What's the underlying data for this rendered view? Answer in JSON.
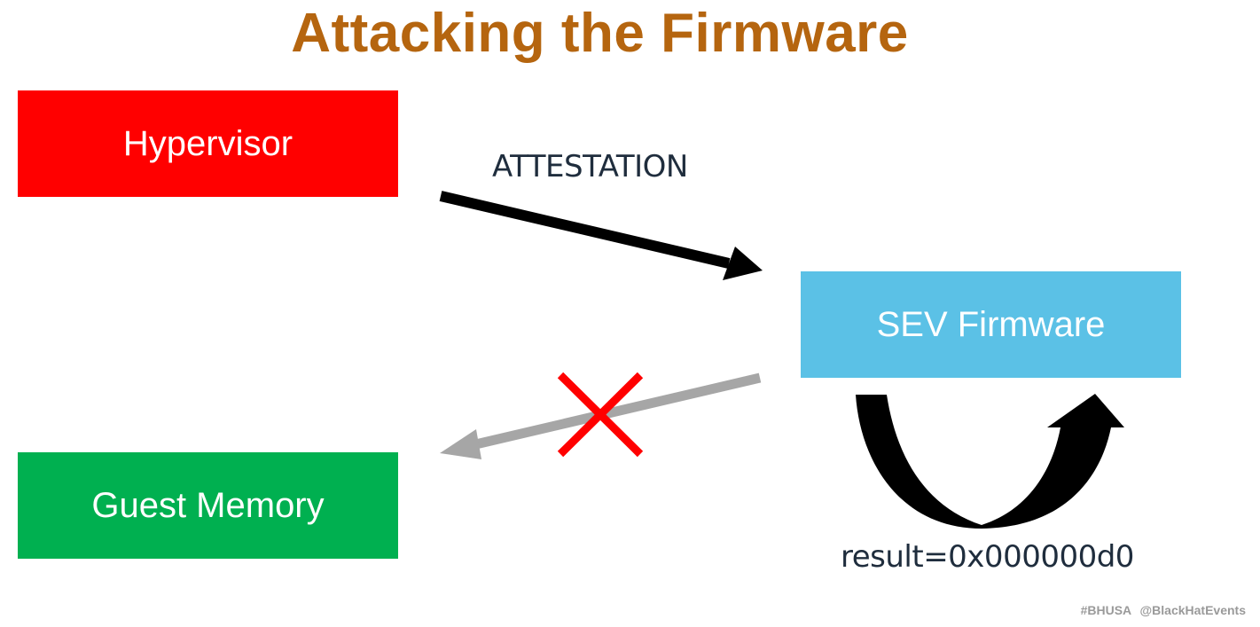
{
  "title": "Attacking the Firmware",
  "nodes": {
    "hypervisor": "Hypervisor",
    "sev_firmware": "SEV Firmware",
    "guest_memory": "Guest Memory"
  },
  "edges": {
    "attestation_label": "ATTESTATION",
    "result_label": "result=0x000000d0"
  },
  "footer": "#BHUSA @BlackHatEvents",
  "colors": {
    "title": "#b5650f",
    "hypervisor": "#ff0000",
    "sev_firmware": "#5bc1e6",
    "guest_memory": "#00b050",
    "blocked_arrow": "#a6a6a6",
    "cross_mark": "#ff0000"
  }
}
